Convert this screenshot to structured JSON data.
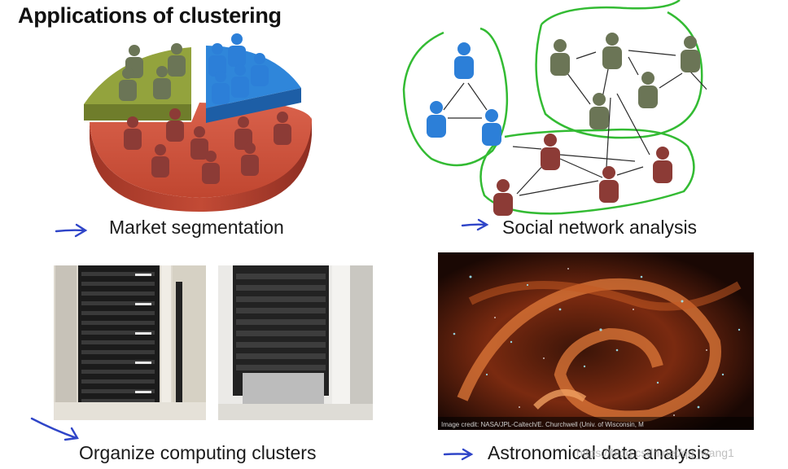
{
  "title": "Applications of clustering",
  "quadrants": {
    "market": {
      "label": "Market segmentation"
    },
    "social": {
      "label": "Social network analysis"
    },
    "computing": {
      "label": "Organize computing clusters"
    },
    "astro": {
      "label": "Astronomical data analysis",
      "credit": "Image credit: NASA/JPL-Caltech/E. Churchwell (Univ. of Wisconsin, M"
    }
  },
  "watermark": "https://blog.csdn.net/qq_wang1",
  "colors": {
    "annotation_blue": "#2f45c8",
    "annotation_green": "#33bb33",
    "pie_red": "#c8513e",
    "pie_green": "#8a9a3a",
    "pie_blue": "#2e80d6",
    "person_green": "#6b7556",
    "person_blue": "#2c7fd8",
    "person_red": "#8c3b36"
  }
}
